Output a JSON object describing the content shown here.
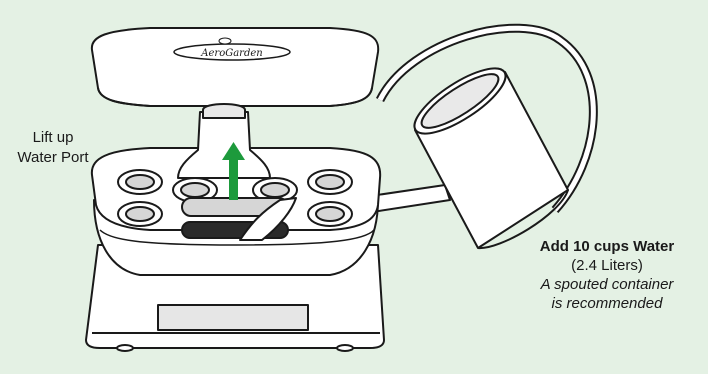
{
  "colors": {
    "background": "#e4f1e4",
    "arrow": "#1d9a3c",
    "outline": "#1a1a1a",
    "device_fill": "#ffffff",
    "port_fill": "#d6d6d6"
  },
  "icons": {
    "device": "aerogarden-device-illustration",
    "watering_can": "watering-can-illustration",
    "arrow": "arrow-up-icon"
  },
  "brand": {
    "logo_text": "AeroGarden"
  },
  "left_label": {
    "line1": "Lift up",
    "line2": "Water Port"
  },
  "right_label": {
    "title": "Add 10 cups Water",
    "subtitle": "(2.4 Liters)",
    "note_line1": "A spouted container",
    "note_line2": "is recommended"
  }
}
